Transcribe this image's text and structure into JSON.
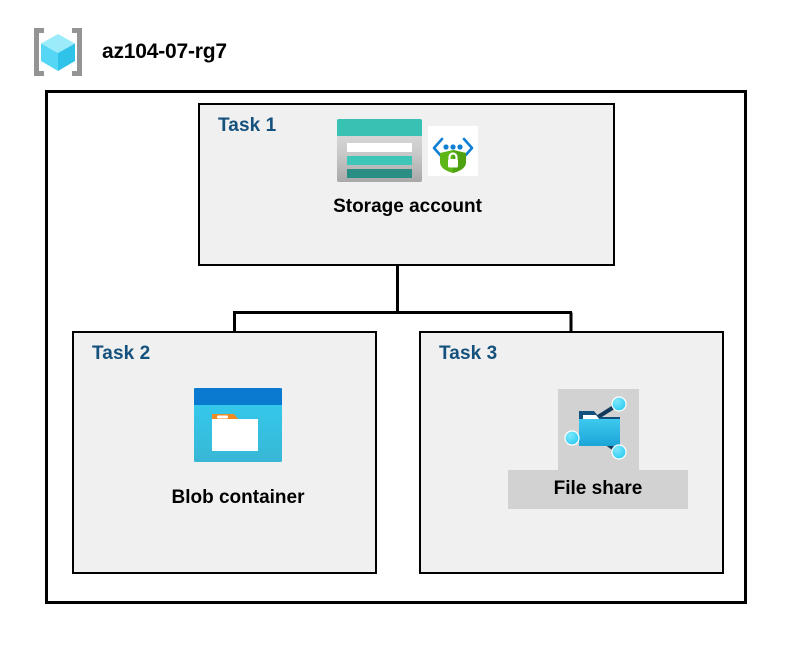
{
  "header": {
    "title": "az104-07-rg7",
    "icon": "resource-group-icon"
  },
  "diagram": {
    "type": "azure-architecture",
    "container_label": "az104-07-rg7",
    "tasks": [
      {
        "id": "task-1",
        "label": "Task 1",
        "node_caption": "Storage account",
        "icons": [
          "storage-account-icon",
          "key-vault-icon"
        ],
        "highlighted": false
      },
      {
        "id": "task-2",
        "label": "Task 2",
        "node_caption": "Blob container",
        "icons": [
          "blob-container-icon"
        ],
        "highlighted": false
      },
      {
        "id": "task-3",
        "label": "Task 3",
        "node_caption": "File share",
        "icons": [
          "file-share-icon"
        ],
        "highlighted": true
      }
    ],
    "connections": [
      {
        "from": "task-1",
        "to": "task-2"
      },
      {
        "from": "task-1",
        "to": "task-3"
      }
    ]
  },
  "colors": {
    "task_label": "#15517d",
    "task_box_fill": "#f0f0f0",
    "border": "#000000",
    "highlight_fill": "#d2d2d2",
    "storage_teal": "#37c2b4",
    "storage_teal_dark": "#2a8e84",
    "blob_blue": "#0078d4",
    "blob_cyan": "#32c8e8",
    "blob_orange": "#f08a23",
    "fileshare_blue": "#29b6e5",
    "fileshare_node": "#32d2f2",
    "shield_green": "#5cb615",
    "chevron_blue": "#0078d4",
    "rg_cube_cyan": "#9becfb",
    "rg_bracket_gray": "#949494"
  }
}
